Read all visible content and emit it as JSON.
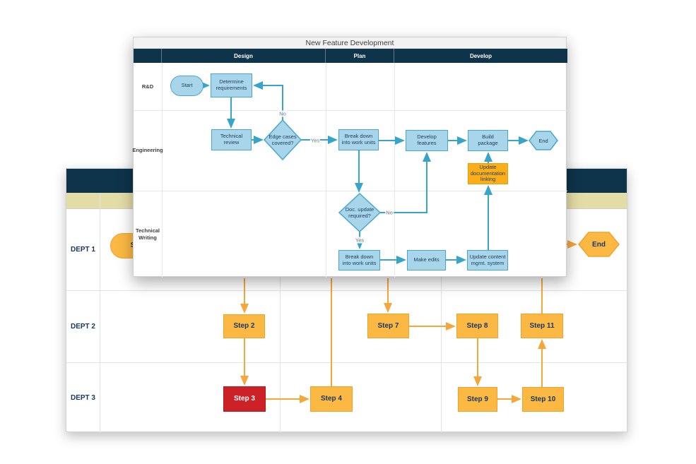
{
  "front_chart": {
    "title": "New Feature Development",
    "phases": {
      "design": "Design",
      "plan": "Plan",
      "develop": "Develop"
    },
    "lanes": {
      "rnd": "R&D",
      "engineering": "Engineering",
      "technical_writing": "Technical Writing"
    },
    "nodes": {
      "start": {
        "label": "Start",
        "type": "start"
      },
      "determine_requirements": {
        "label": "Determine requirements",
        "type": "process"
      },
      "technical_review": {
        "label": "Technical review",
        "type": "process"
      },
      "edge_cases_covered": {
        "label": "Edge cases covered?",
        "type": "decision"
      },
      "break_down_plan": {
        "label": "Break down into work units",
        "type": "process"
      },
      "develop_features": {
        "label": "Develop features",
        "type": "process"
      },
      "build_package": {
        "label": "Build package",
        "type": "process"
      },
      "end": {
        "label": "End",
        "type": "end"
      },
      "doc_update_required": {
        "label": "Doc. update required?",
        "type": "decision"
      },
      "break_down_writing": {
        "label": "Break down into work units",
        "type": "process"
      },
      "make_edits": {
        "label": "Make edits",
        "type": "process"
      },
      "update_cms": {
        "label": "Update content mgmt. system",
        "type": "process"
      },
      "update_doc_linking": {
        "label": "Update documentation linking",
        "type": "highlight"
      }
    },
    "edge_labels": {
      "no_edge_cases": "No",
      "yes_edge_cases": "Yes",
      "no_doc_update": "No",
      "yes_doc_update": "Yes"
    }
  },
  "back_chart": {
    "lanes": {
      "dept1": "DEPT 1",
      "dept2": "DEPT 2",
      "dept3": "DEPT 3"
    },
    "nodes": {
      "start": {
        "label": "Start",
        "type": "start"
      },
      "step2": {
        "label": "Step 2",
        "type": "process"
      },
      "step3": {
        "label": "Step 3",
        "type": "process-alert"
      },
      "step4": {
        "label": "Step 4",
        "type": "process"
      },
      "step7": {
        "label": "Step 7",
        "type": "process"
      },
      "step8": {
        "label": "Step 8",
        "type": "process"
      },
      "step9": {
        "label": "Step 9",
        "type": "process"
      },
      "step10": {
        "label": "Step 10",
        "type": "process"
      },
      "step11": {
        "label": "Step 11",
        "type": "process"
      },
      "end": {
        "label": "End",
        "type": "end"
      }
    }
  },
  "colors": {
    "navy_header": "#0e344c",
    "tan_phase_band": "#e3dca6",
    "blue_shape_fill": "#a9d5ea",
    "blue_shape_border": "#45a9cd",
    "teal_connector": "#36a5c9",
    "orange_shape_fill": "#fbb943",
    "orange_shape_border": "#f0a22e",
    "orange_connector": "#f5a73b",
    "orange_highlight_fill": "#fbae17",
    "red_alert_fill": "#cc2127",
    "navy_text": "#17365d"
  }
}
